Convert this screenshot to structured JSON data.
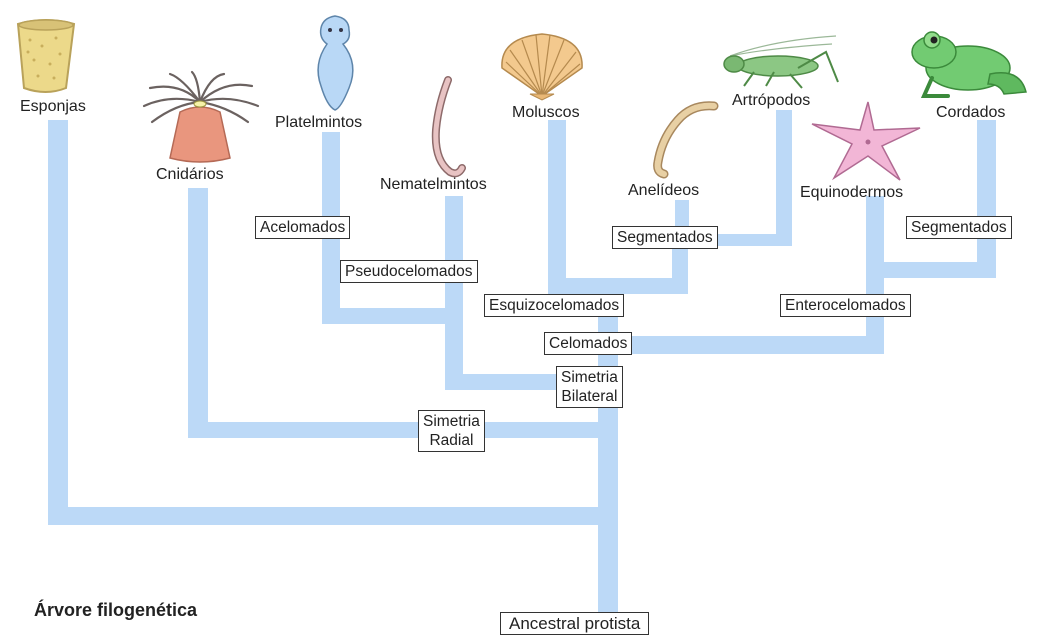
{
  "title": "Árvore filogenética",
  "taxa": {
    "esponjas": "Esponjas",
    "cnidarios": "Cnidários",
    "platelmintos": "Platelmintos",
    "nematelmintos": "Nematelmintos",
    "moluscos": "Moluscos",
    "artropodos": "Artrópodos",
    "anelideos": "Anelídeos",
    "equinodermos": "Equinodermos",
    "cordados": "Cordados"
  },
  "nodes": {
    "acelomados": "Acelomados",
    "pseudocelomados": "Pseudocelomados",
    "segmentados_1": "Segmentados",
    "segmentados_2": "Segmentados",
    "esquizocelomados": "Esquizocelomados",
    "enterocelomados": "Enterocelomados",
    "celomados": "Celomados",
    "simetria_bilateral_1": "Simetria",
    "simetria_bilateral_2": "Bilateral",
    "simetria_radial_1": "Simetria",
    "simetria_radial_2": "Radial",
    "ancestral": "Ancestral protista"
  },
  "colors": {
    "branch": "#bcd9f7",
    "box_border": "#333333"
  }
}
